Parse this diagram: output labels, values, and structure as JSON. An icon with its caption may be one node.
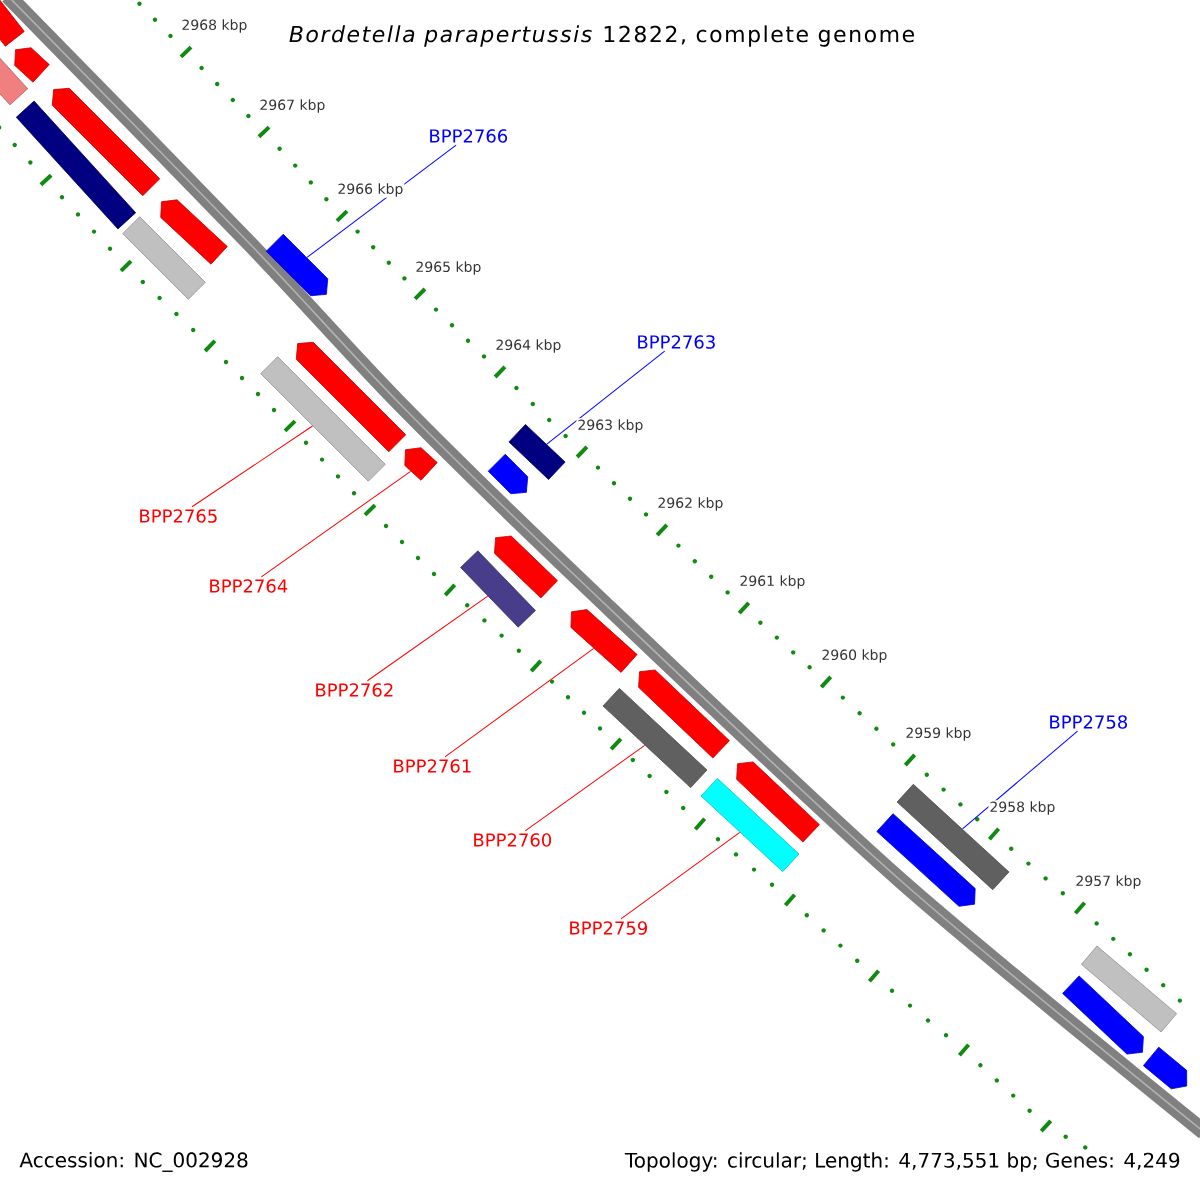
{
  "diagram": {
    "title": "*Bordetella parapertussis* 12822, complete genome",
    "nodes": [
      {
        "text": [],
        "shape": "bar"
      },
      {
        "text": [],
        "shape": "pentagon"
      },
      {
        "text": [],
        "shape": "bar"
      },
      {
        "text": [],
        "shape": "pentagon"
      },
      {
        "text": [],
        "shape": "bar"
      },
      {
        "text": [],
        "shape": "pentagon"
      },
      {
        "text": [],
        "shape": "bar"
      },
      {
        "text": [],
        "shape": "pentagon"
      },
      {
        "text": [],
        "shape": "pentagon"
      },
      {
        "text": [],
        "shape": "bar"
      },
      {
        "text": [],
        "shape": "pentagon"
      },
      {
        "text": [],
        "shape": "pentagon"
      },
      {
        "text": [],
        "shape": "bar"
      },
      {
        "text": [],
        "shape": "pentagon"
      },
      {
        "text": [],
        "shape": "bar"
      },
      {
        "text": [],
        "shape": "pentagon"
      },
      {
        "text": [],
        "shape": "pentagon"
      },
      {
        "text": [],
        "shape": "bar"
      },
      {
        "text": [],
        "shape": "pentagon"
      },
      {
        "text": [],
        "shape": "bar"
      },
      {
        "text": [],
        "shape": "pentagon"
      },
      {
        "text": [],
        "shape": "bar"
      },
      {
        "text": [],
        "shape": "bar"
      },
      {
        "text": [],
        "shape": "pentagon"
      },
      {
        "text": [],
        "shape": "pentagon"
      },
      {
        "text": [
          "BPP2766"
        ]
      },
      {
        "text": [
          "BPP2763"
        ]
      },
      {
        "text": [
          "BPP2765"
        ]
      },
      {
        "text": [
          "BPP2764"
        ]
      },
      {
        "text": [
          "BPP2762"
        ]
      },
      {
        "text": [
          "BPP2758"
        ]
      },
      {
        "text": [
          "BPP2761"
        ]
      },
      {
        "text": [
          "BPP2760"
        ]
      },
      {
        "text": [
          "BPP2759"
        ]
      }
    ],
    "edges": [
      {
        "from": 25,
        "to": 7,
        "arrow": "none",
        "color": "#0000ff"
      },
      {
        "from": 26,
        "to": 12,
        "arrow": "none",
        "color": "#0000ff"
      },
      {
        "from": 27,
        "to": 9,
        "arrow": "none"
      },
      {
        "from": 28,
        "to": 10,
        "arrow": "none"
      },
      {
        "from": 29,
        "to": 14,
        "arrow": "none"
      },
      {
        "from": 30,
        "to": 21,
        "arrow": "none",
        "color": "#0000ff"
      },
      {
        "from": 31,
        "to": 15,
        "arrow": "none"
      },
      {
        "from": 32,
        "to": 17,
        "arrow": "none"
      },
      {
        "from": 33,
        "to": 19,
        "arrow": "none"
      }
    ],
    "labels": [
      "2968 kbp",
      "2967 kbp",
      "2966 kbp",
      "2965 kbp",
      "2964 kbp",
      "2963 kbp",
      "2962 kbp",
      "2961 kbp",
      "2960 kbp",
      "2959 kbp",
      "2958 kbp",
      "2957 kbp",
      "Accession: NC_002928",
      "Topology: circular; Length: 4,773,551 bp; Genes: 4,249"
    ]
  }
}
